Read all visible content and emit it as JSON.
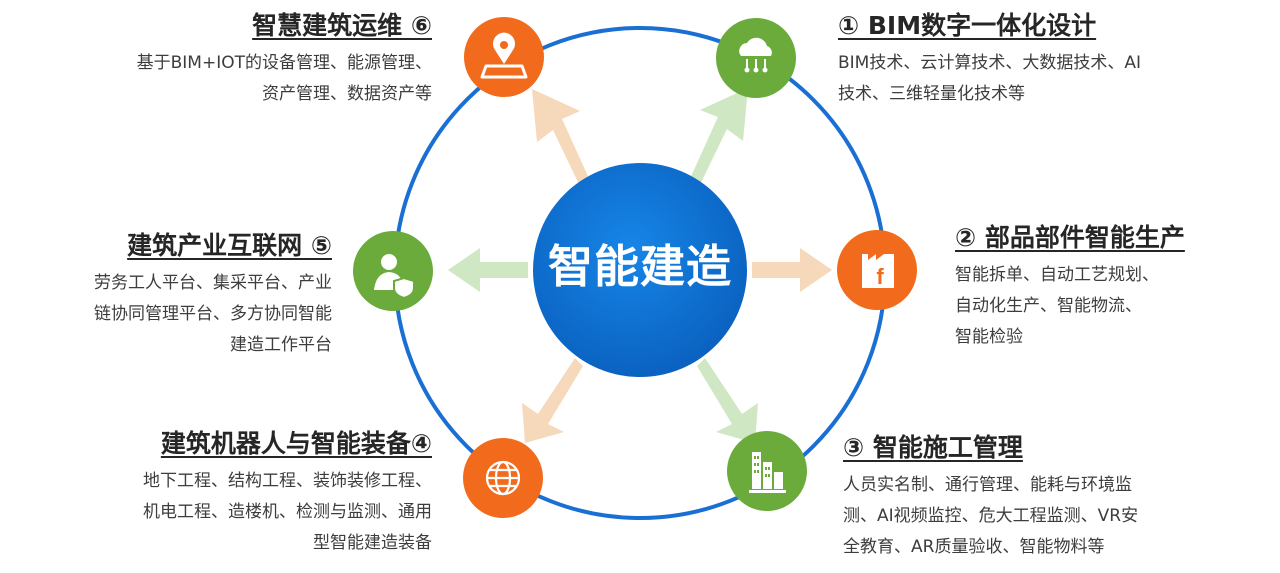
{
  "center": {
    "label": "智能建造"
  },
  "blocks": {
    "b1": {
      "title": "① BIM数字一体化设计",
      "desc": "BIM技术、云计算技术、大数据技术、AI\n技术、三维轻量化技术等",
      "icon": "cloud-network-icon"
    },
    "b2": {
      "title": "② 部品部件智能生产",
      "desc": "智能拆单、自动工艺规划、\n自动化生产、智能物流、\n智能检验",
      "icon": "factory-document-icon"
    },
    "b3": {
      "title": "③ 智能施工管理",
      "desc": "人员实名制、通行管理、能耗与环境监\n测、AI视频监控、危大工程监测、VR安\n全教育、AR质量验收、智能物料等",
      "icon": "building-chart-icon"
    },
    "b4": {
      "title": "建筑机器人与智能装备④",
      "desc": "地下工程、结构工程、装饰装修工程、\n机电工程、造楼机、检测与监测、通用\n型智能建造装备",
      "icon": "globe-grid-icon"
    },
    "b5": {
      "title": "建筑产业互联网 ⑤",
      "desc": "劳务工人平台、集采平台、产业\n链协同管理平台、多方协同智能\n建造工作平台",
      "icon": "user-shield-icon"
    },
    "b6": {
      "title": "智慧建筑运维 ⑥",
      "desc": "基于BIM+IOT的设备管理、能源管理、\n资产管理、数据资产等",
      "icon": "map-pin-icon"
    }
  },
  "colors": {
    "ring": "#1a6fd4",
    "center_fill": "#0a67c9",
    "orange": "#f26b1d",
    "green": "#6aab3c",
    "arrow_orange": "#f6d5b4",
    "arrow_green": "#cde6c1"
  }
}
